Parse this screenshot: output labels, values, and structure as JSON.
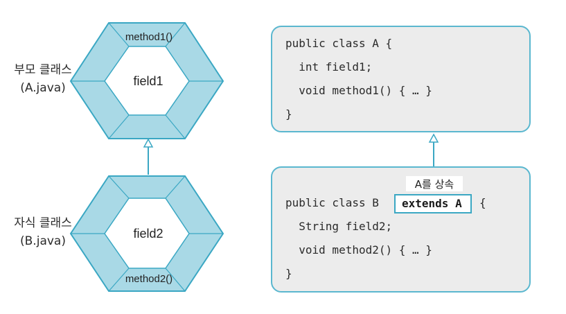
{
  "parent": {
    "label_line1": "부모 클래스",
    "label_line2": "(A.java)",
    "field": "field1",
    "method": "method1()",
    "code": [
      "public class A {",
      "  int field1;",
      "  void method1() { … }",
      "}"
    ]
  },
  "child": {
    "label_line1": "자식 클래스",
    "label_line2": "(B.java)",
    "field": "field2",
    "method": "method2()",
    "code_decl_prefix": "public class B",
    "code_extends": "extends A",
    "code_decl_suffix": "{",
    "code": [
      "  String field2;",
      "  void method2() { … }",
      "}"
    ]
  },
  "inherit_note": "A를 상속",
  "colors": {
    "hex_outer": "#a9d9e6",
    "hex_inner_fill": "#ffffff",
    "stroke": "#3aa7c3",
    "code_box_fill": "#ececec",
    "code_box_stroke": "#5ab7cf"
  }
}
